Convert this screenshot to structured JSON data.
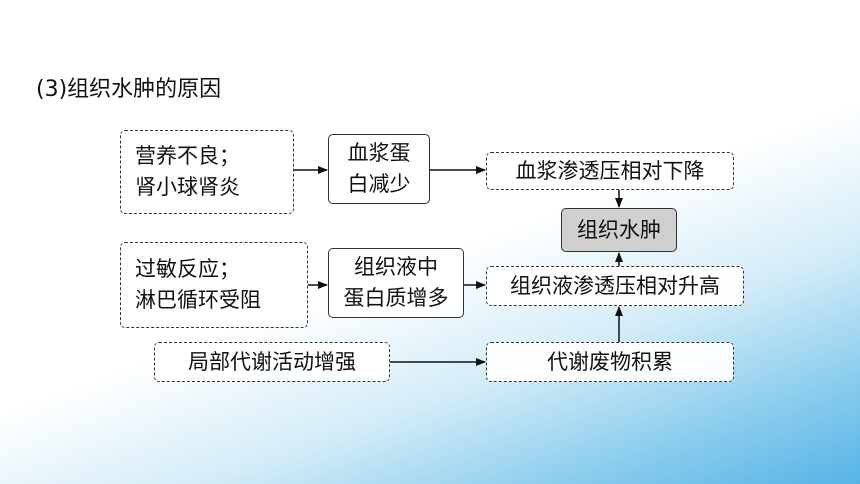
{
  "heading": "(3)组织水肿的原因",
  "boxes": {
    "nutrition": {
      "line1": "营养不良；",
      "line2": "肾小球肾炎"
    },
    "plasma_protein": {
      "line1": "血浆蛋",
      "line2": "白减少"
    },
    "plasma_osmotic": {
      "text": "血浆渗透压相对下降"
    },
    "edema": {
      "text": "组织水肿"
    },
    "allergy": {
      "line1": "过敏反应；",
      "line2": "淋巴循环受阻"
    },
    "fluid_protein": {
      "line1": "组织液中",
      "line2": "蛋白质增多"
    },
    "fluid_osmotic": {
      "text": "组织液渗透压相对升高"
    },
    "metabolism": {
      "text": "局部代谢活动增强"
    },
    "waste": {
      "text": "代谢废物积累"
    }
  }
}
